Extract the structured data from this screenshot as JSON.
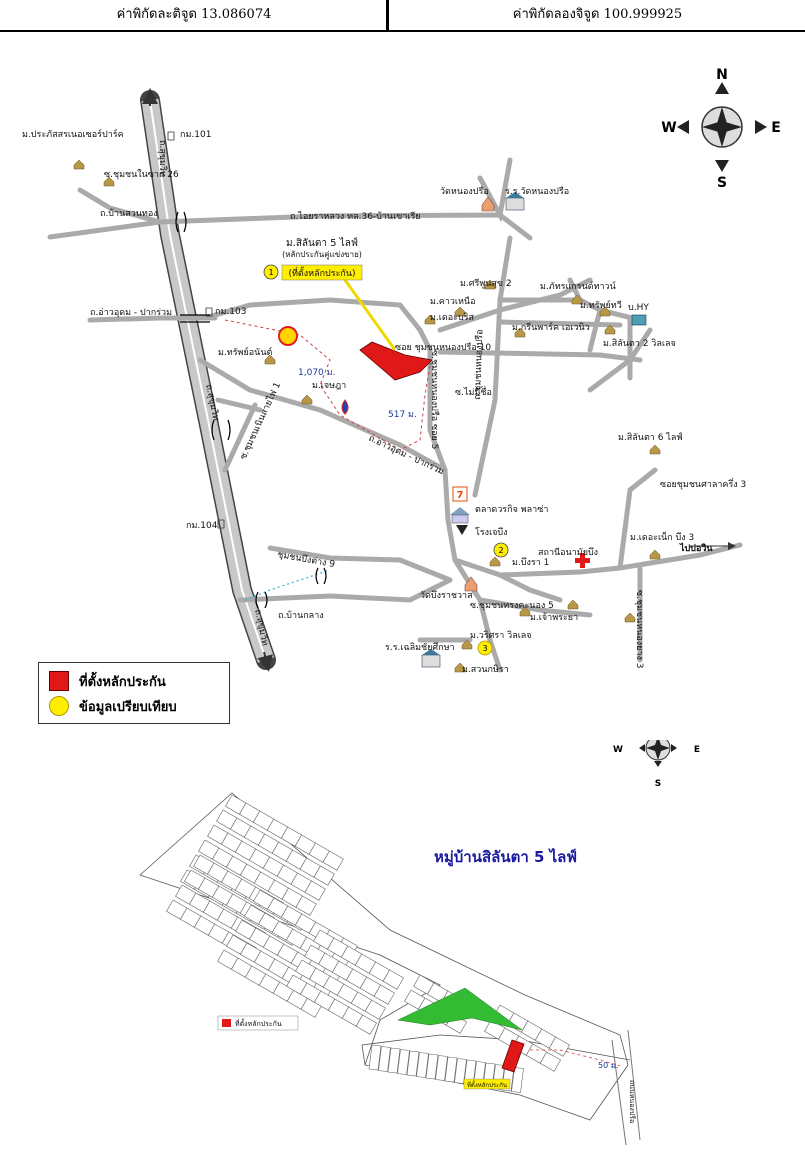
{
  "header": {
    "latitude": "ค่าพิกัดละติจูด 13.086074",
    "longitude": "ค่าพิกัดลองจิจูด 100.999925"
  },
  "compass": {
    "n": "N",
    "s": "S",
    "e": "E",
    "w": "W"
  },
  "map_labels": {
    "prasertsak": "ม.ประภัสสรเนอเซอร์ปาร์ค",
    "km101": "กม.101",
    "sukhumvit_top": "ถ.สุขุมวิท",
    "chumchon_nai_chak": "ซ.ชุมชนในซาก 26",
    "ban_suan_thong": "ถ.บ้านสวนทอง",
    "road_36": "ถ.ไอยราหลวง ทล.36-บ้านเขาเรีย",
    "wat_nong_pruea": "วัดหนองปรือ",
    "school_nong_pruea": "ร.ร.วัดหนองปรือ",
    "silanta_title": "ม.สิลันตา 5 ไลฟ์",
    "silanta_sub": "(หลักประกันคู่แข่งขาย)",
    "pin1_label": "(ที่ตั้งหลักประกัน)",
    "pin1": "1",
    "sriphunsuk": "ม.ศรีพูนสุข 2",
    "khaonuea": "ม.คาวเหนือ",
    "pattra": "ม.ภัทรแกรนด์ทาวน์",
    "sapthavee": "ม.ทรัพย์ทวี",
    "hy": "บ.HY",
    "ao_udom_road": "ถ.อ่าวอุดม - ปากร่วม",
    "km103": "กม.103",
    "derist": "ม.เดอะบริส",
    "green_park": "ม.กรีนพาร์ค เอเวนิว",
    "silanta2": "ม.สิลันตา 2 วิลเลจ",
    "soi_nong_pruea": "ซอย ชุมชนหนองปรือ 10",
    "sapanan": "ม.ทรัพย์อนันต์",
    "dist_1070": "1,070 ม.",
    "chenpa": "ม.เจษฎา",
    "soi5": "ซ.ชุมชนหนองปรือ ซอย 5",
    "mai_mee_chue": "ซ.ไม่มีชื่อ",
    "dist_517": "517 ม.",
    "nong_pruea_road": "ถ.ชุมชนหนองปรือ",
    "sukhumvit_left": "ถ.สุขุมวิท",
    "sukhumvit_bottom": "ถ.สุขุมวิท",
    "soi_nern_sai": "ซ.ชุมชนเนินสายไฟ 1",
    "ao_udom_road2": "ถ.อ่าวอุดม - ปากร่วม",
    "silanta6": "ม.สิลันตา 6 ไลฟ์",
    "soi_salakrueng": "ซอยชุมชนศาลาครึ่ง 3",
    "talad": "ตลาดวรกิจ พลาซ่า",
    "rongjae": "โรงเจบึง",
    "km104": "กม.104",
    "derest_bueng": "ม.เดอะเน็ก บึง 3",
    "to_bowin": "ไปบ่อวิน",
    "bueng_rit": "ชุมชนบึงต่าง 9",
    "pin2": "2",
    "bueng_ra": "ม.บึงรา 1",
    "health_station": "สถานีอนามัยบึง",
    "wat_bueng": "วัดบึงราชวาส",
    "soi_nong_khao": "ซ.ชุมชนทรงคะนอง 5",
    "chao_phraya": "ม.เจ้าพระยา",
    "soi_chumchon_yai": "ซ.ชุมชนหนองยาง 3",
    "ban_klang": "ถ.บ้านกลาง",
    "chaloem": "ร.ร.เฉลิมชัยศึกษา",
    "watsara": "ม.วริศรา วิลเลจ",
    "pin3": "3",
    "suankasira": "ม.สวนกษิรา"
  },
  "legend": {
    "collateral": "ที่ตั้งหลักประกัน",
    "comparison": "ข้อมูลเปรียบเทียบ"
  },
  "plan": {
    "title": "หมู่บ้านสิลันตา 5 ไลฟ์",
    "legend_label": "ที่ตั้งหลักประกัน",
    "pin_label": "ที่ตั้งหลักประกัน",
    "dist": "50 ม.",
    "road": "ถนนหนองปรือ"
  },
  "colors": {
    "collateral": "#e01818",
    "comparison": "#ffee00",
    "green": "#33bb33",
    "title": "#1a1aa0"
  }
}
